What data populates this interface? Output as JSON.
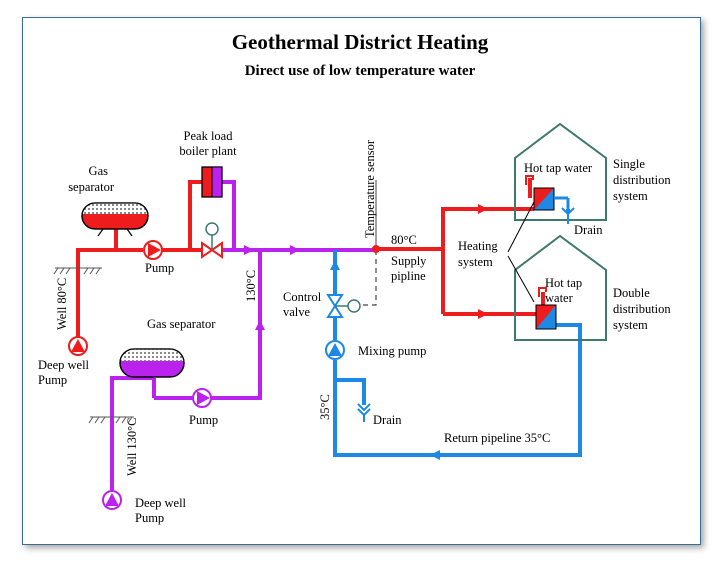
{
  "title": "Geothermal District Heating",
  "subtitle": "Direct use of low temperature water",
  "labels": {
    "gas_separator_top": [
      "Gas",
      "separator"
    ],
    "gas_separator_bottom": "Gas separator",
    "peak_load": [
      "Peak load",
      "boiler plant"
    ],
    "pump_top": "Pump",
    "pump_bottom": "Pump",
    "well_80": "Well 80°C",
    "deep_well_top": [
      "Deep well",
      "Pump"
    ],
    "well_130": "Well 130°C",
    "deep_well_bottom": [
      "Deep well",
      "Pump"
    ],
    "temp_130": "130°C",
    "temperature_sensor": "Temperature sensor",
    "supply_temp": "80°C",
    "supply_pipeline": [
      "Supply",
      "pipline"
    ],
    "control_valve": [
      "Control",
      "valve"
    ],
    "mixing_pump": "Mixing pump",
    "temp_35": "35°C",
    "drain_left": "Drain",
    "return_pipeline": "Return pipeline 35°C",
    "hot_tap_single": "Hot tap water",
    "drain_right": "Drain",
    "heating_system": [
      "Heating",
      "system"
    ],
    "hot_tap_double": [
      "Hot tap",
      "water"
    ],
    "single_system": [
      "Single",
      "distribution",
      "system"
    ],
    "double_system": [
      "Double",
      "distribution",
      "system"
    ]
  },
  "colors": {
    "hot": "#ee1c1c",
    "very_hot": "#bb22ee",
    "cold": "#1e88e5",
    "house": "#3d7a6b",
    "frame": "#3a6d91"
  }
}
